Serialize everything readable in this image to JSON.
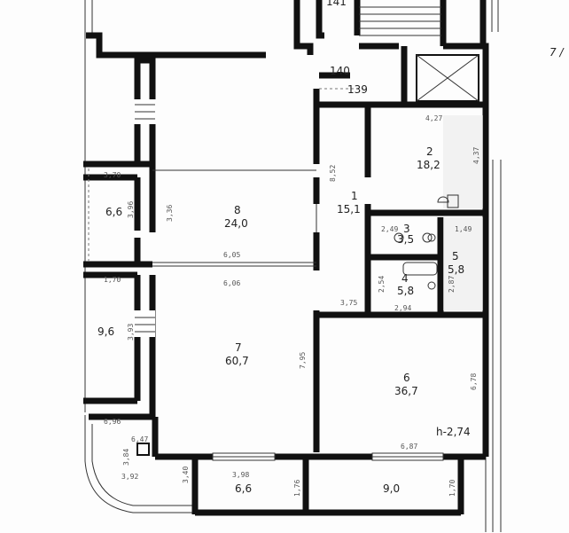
{
  "plan": {
    "top_label": "141",
    "side_label": "7 /",
    "stair_labels": [
      "140",
      "139"
    ],
    "height_label": "h-2,74",
    "rooms": [
      {
        "id": "1",
        "area": "15,1"
      },
      {
        "id": "2",
        "area": "18,2"
      },
      {
        "id": "3",
        "area": "3,5"
      },
      {
        "id": "4",
        "area": "5,8"
      },
      {
        "id": "5",
        "area": "5,8"
      },
      {
        "id": "6",
        "area": "36,7"
      },
      {
        "id": "7",
        "area": "60,7"
      },
      {
        "id": "8",
        "area": "24,0"
      }
    ],
    "balconies": [
      "6,6",
      "9,6",
      "6,6",
      "9,0"
    ],
    "dimensions": [
      "4,27",
      "8,52",
      "4,37",
      "2,49",
      "1,49",
      "6,05",
      "6,06",
      "3,75",
      "2,94",
      "3,36",
      "3,70",
      "3,96",
      "1,70",
      "3,93",
      "7,95",
      "6,78",
      "6,96",
      "6,47",
      "3,84",
      "3,92",
      "3,40",
      "3,98",
      "1,76",
      "6,87",
      "1,70",
      "2,87",
      "2,54"
    ]
  }
}
